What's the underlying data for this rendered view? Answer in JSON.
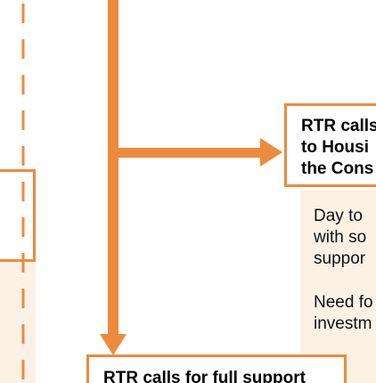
{
  "theme": {
    "accent": "#ee8a3d",
    "panel_fill": "#fdf1e6"
  },
  "right_callout": {
    "heading_lines": [
      "RTR calls",
      "to Housi",
      "the Cons"
    ]
  },
  "right_body": {
    "para1_lines": [
      "Day to",
      "with so",
      "suppor"
    ],
    "para2_lines": [
      "Need fo",
      "investm"
    ]
  },
  "bottom_callout": {
    "heading": "RTR calls for full support"
  }
}
